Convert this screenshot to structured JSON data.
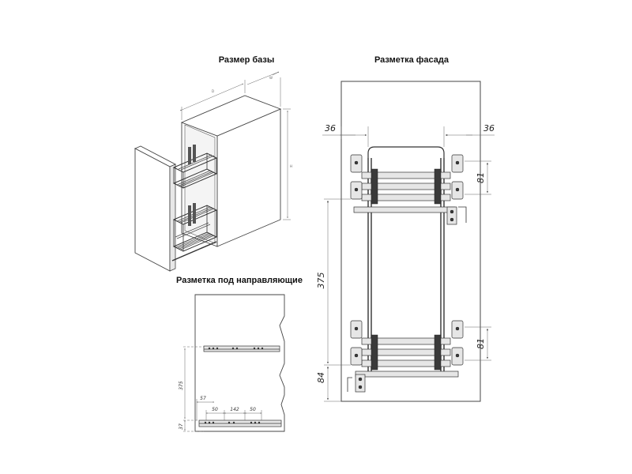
{
  "titles": {
    "base_size": "Размер базы",
    "facade_marking": "Разметка фасада",
    "guide_marking": "Разметка под направляющие"
  },
  "base_dims": {
    "depth": "D",
    "width": "W",
    "height": "H"
  },
  "facade_dims": {
    "left_offset": "36",
    "right_offset": "36",
    "top_bracket_span": "81",
    "bottom_bracket_span": "81",
    "rail_distance": "375",
    "bottom_offset": "84"
  },
  "guide_dims": {
    "offset_57": "57",
    "offset_50_left": "50",
    "span_142": "142",
    "offset_50_right": "50",
    "height_375": "375",
    "height_37": "37"
  }
}
